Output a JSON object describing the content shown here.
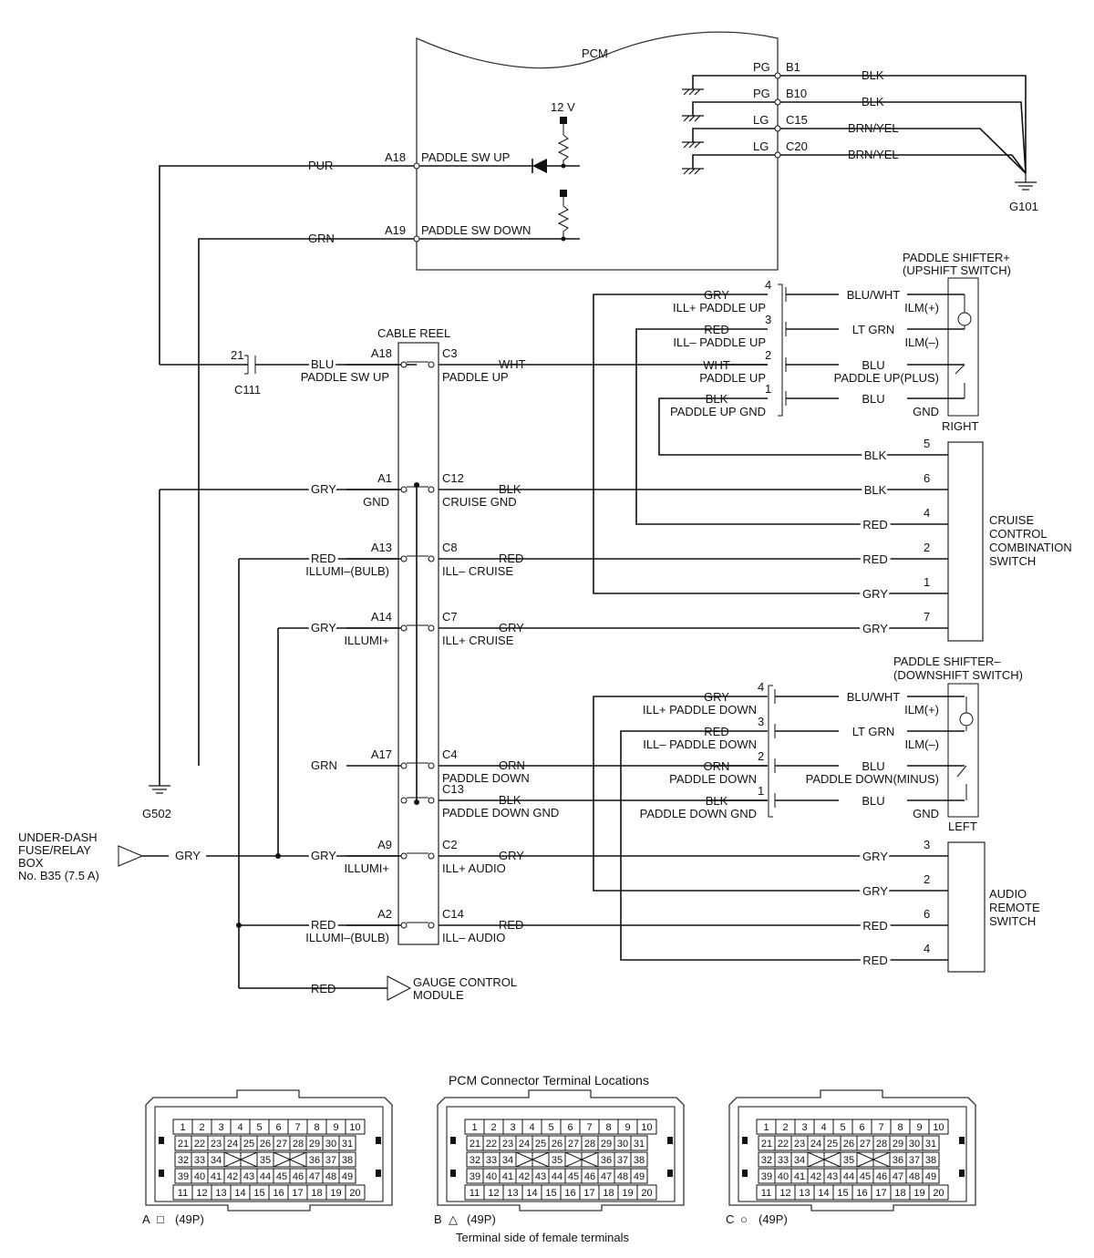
{
  "pcm": {
    "title": "PCM",
    "supply": "12 V",
    "pins": [
      {
        "pin": "A18",
        "name": "PADDLE SW UP",
        "wire": "PUR"
      },
      {
        "pin": "A19",
        "name": "PADDLE SW DOWN",
        "wire": "GRN"
      }
    ],
    "grounds": [
      {
        "pin": "B1",
        "color": "PG",
        "wire": "BLK"
      },
      {
        "pin": "B10",
        "color": "PG",
        "wire": "BLK"
      },
      {
        "pin": "C15",
        "color": "LG",
        "wire": "BRN/YEL"
      },
      {
        "pin": "C20",
        "color": "LG",
        "wire": "BRN/YEL"
      }
    ],
    "ground_point": "G101"
  },
  "c111": {
    "label": "C111",
    "pin": "21"
  },
  "g502": "G502",
  "fuse_box": {
    "lines": [
      "UNDER-DASH",
      "FUSE/RELAY",
      "BOX",
      "No. B35 (7.5 A)"
    ],
    "wire": "GRY"
  },
  "gauge_module": {
    "lines": [
      "GAUGE CONTROL",
      "MODULE"
    ],
    "wire": "RED"
  },
  "cable_reel": {
    "title": "CABLE REEL",
    "rows": [
      {
        "lwire": "BLU",
        "lpin": "A18",
        "lname": "PADDLE SW UP",
        "rpin": "C3",
        "rname": "PADDLE UP",
        "rwire": "WHT"
      },
      {
        "lwire": "GRY",
        "lpin": "A1",
        "lname": "GND",
        "rpin": "C12",
        "rname": "CRUISE GND",
        "rwire": "BLK"
      },
      {
        "lwire": "RED",
        "lpin": "A13",
        "lname": "ILLUMI–(BULB)",
        "rpin": "C8",
        "rname": "ILL– CRUISE",
        "rwire": "RED"
      },
      {
        "lwire": "GRY",
        "lpin": "A14",
        "lname": "ILLUMI+",
        "rpin": "C7",
        "rname": "ILL+ CRUISE",
        "rwire": "GRY"
      },
      {
        "lwire": "GRN",
        "lpin": "A17",
        "lname": "",
        "rpin": "C4",
        "rname": "PADDLE DOWN",
        "rwire": "ORN"
      },
      {
        "lwire": "",
        "lpin": "",
        "lname": "",
        "rpin": "C13",
        "rname": "PADDLE DOWN GND",
        "rwire": "BLK"
      },
      {
        "lwire": "GRY",
        "lpin": "A9",
        "lname": "ILLUMI+",
        "rpin": "C2",
        "rname": "ILL+ AUDIO",
        "rwire": "GRY"
      },
      {
        "lwire": "RED",
        "lpin": "A2",
        "lname": "ILLUMI–(BULB)",
        "rpin": "C14",
        "rname": "ILL– AUDIO",
        "rwire": "RED"
      }
    ]
  },
  "shifter_plus": {
    "title": [
      "PADDLE SHIFTER+",
      "(UPSHIFT SWITCH)"
    ],
    "side": "RIGHT",
    "rows": [
      {
        "pin": "4",
        "wire": "GRY",
        "name": "ILL+ PADDLE UP",
        "rwire": "BLU/WHT",
        "term": "ILM(+)"
      },
      {
        "pin": "3",
        "wire": "RED",
        "name": "ILL– PADDLE UP",
        "rwire": "LT GRN",
        "term": "ILM(–)"
      },
      {
        "pin": "2",
        "wire": "WHT",
        "name": "PADDLE UP",
        "rwire": "BLU",
        "term": "PADDLE UP(PLUS)"
      },
      {
        "pin": "1",
        "wire": "BLK",
        "name": "PADDLE UP GND",
        "rwire": "BLU",
        "term": "GND"
      }
    ]
  },
  "shifter_minus": {
    "title": [
      "PADDLE SHIFTER–",
      "(DOWNSHIFT SWITCH)"
    ],
    "side": "LEFT",
    "rows": [
      {
        "pin": "4",
        "wire": "GRY",
        "name": "ILL+ PADDLE DOWN",
        "rwire": "BLU/WHT",
        "term": "ILM(+)"
      },
      {
        "pin": "3",
        "wire": "RED",
        "name": "ILL– PADDLE DOWN",
        "rwire": "LT GRN",
        "term": "ILM(–)"
      },
      {
        "pin": "2",
        "wire": "ORN",
        "name": "PADDLE DOWN",
        "rwire": "BLU",
        "term": "PADDLE DOWN(MINUS)"
      },
      {
        "pin": "1",
        "wire": "BLK",
        "name": "PADDLE DOWN GND",
        "rwire": "BLU",
        "term": "GND"
      }
    ]
  },
  "cruise_switch": {
    "title": [
      "CRUISE",
      "CONTROL",
      "COMBINATION",
      "SWITCH"
    ],
    "rows": [
      {
        "pin": "5",
        "wire": "BLK"
      },
      {
        "pin": "6",
        "wire": "BLK"
      },
      {
        "pin": "4",
        "wire": "RED"
      },
      {
        "pin": "2",
        "wire": "RED"
      },
      {
        "pin": "1",
        "wire": "GRY"
      },
      {
        "pin": "7",
        "wire": "GRY"
      }
    ]
  },
  "audio_switch": {
    "title": [
      "AUDIO",
      "REMOTE",
      "SWITCH"
    ],
    "rows": [
      {
        "pin": "3",
        "wire": "GRY"
      },
      {
        "pin": "2",
        "wire": "GRY"
      },
      {
        "pin": "6",
        "wire": "RED"
      },
      {
        "pin": "4",
        "wire": "RED"
      }
    ]
  },
  "connectors": {
    "title": "PCM Connector Terminal Locations",
    "footer": "Terminal side of female terminals",
    "items": [
      {
        "letter": "A",
        "symbol": "□",
        "label": "(49P)"
      },
      {
        "letter": "B",
        "symbol": "△",
        "label": "(49P)"
      },
      {
        "letter": "C",
        "symbol": "○",
        "label": "(49P)"
      }
    ],
    "rows": [
      [
        "1",
        "2",
        "3",
        "4",
        "5",
        "6",
        "7",
        "8",
        "9",
        "10"
      ],
      [
        "21",
        "22",
        "23",
        "24",
        "25",
        "26",
        "27",
        "28",
        "29",
        "30",
        "31"
      ],
      [
        "32",
        "33",
        "34",
        "",
        "",
        "35",
        "",
        "",
        "36",
        "37",
        "38"
      ],
      [
        "39",
        "40",
        "41",
        "42",
        "43",
        "44",
        "45",
        "46",
        "47",
        "48",
        "49"
      ],
      [
        "11",
        "12",
        "13",
        "14",
        "15",
        "16",
        "17",
        "18",
        "19",
        "20"
      ]
    ]
  }
}
